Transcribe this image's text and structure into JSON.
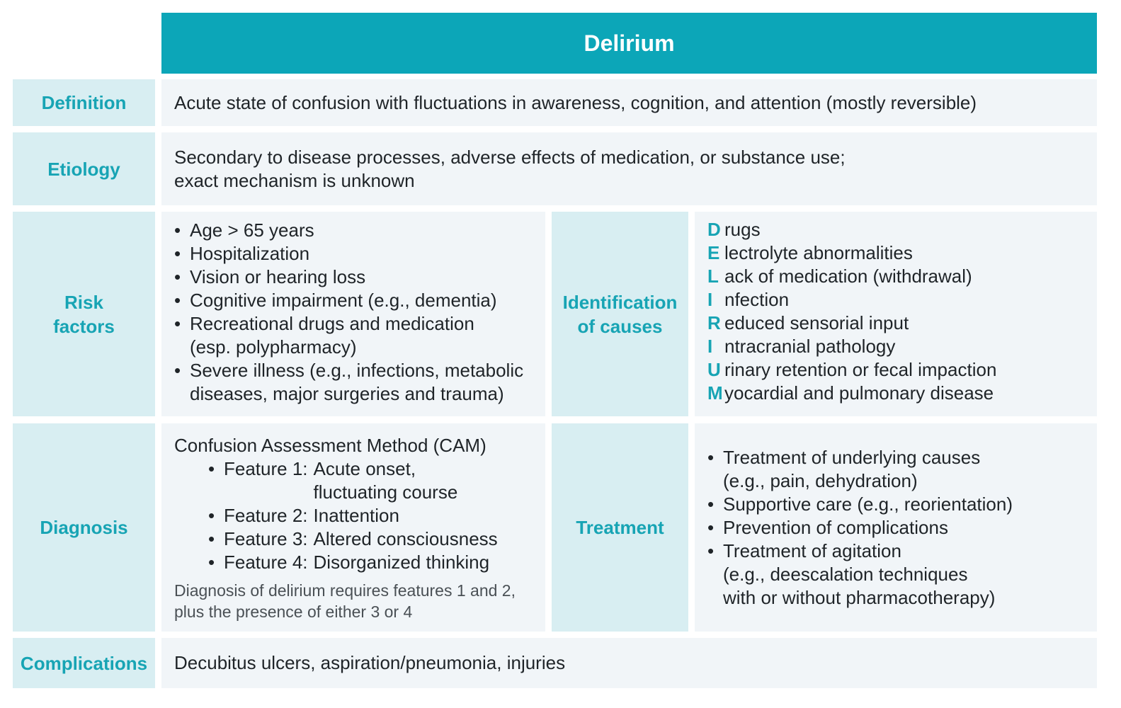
{
  "title": "Delirium",
  "definition": {
    "label": "Definition",
    "text": "Acute state of confusion with fluctuations in awareness, cognition, and attention (mostly reversible)"
  },
  "etiology": {
    "label": "Etiology",
    "lines": [
      "Secondary to disease processes, adverse effects of medication, or substance use;",
      "exact mechanism is unknown"
    ]
  },
  "risk_factors": {
    "label_lines": [
      "Risk",
      "factors"
    ],
    "items": [
      [
        "Age > 65 years"
      ],
      [
        "Hospitalization"
      ],
      [
        "Vision or hearing loss"
      ],
      [
        "Cognitive impairment (e.g., dementia)"
      ],
      [
        "Recreational drugs and medication",
        "(esp. polypharmacy)"
      ],
      [
        "Severe illness (e.g., infections, metabolic",
        "diseases, major surgeries and trauma)"
      ]
    ]
  },
  "identification": {
    "label_lines": [
      "Identification",
      "of causes"
    ],
    "mnemonic": [
      {
        "letter": "D",
        "rest": "rugs"
      },
      {
        "letter": "E",
        "rest": "lectrolyte abnormalities"
      },
      {
        "letter": "L",
        "rest": "ack of medication (withdrawal)"
      },
      {
        "letter": "I",
        "rest": "nfection"
      },
      {
        "letter": "R",
        "rest": "educed sensorial input"
      },
      {
        "letter": "I",
        "rest": "ntracranial pathology"
      },
      {
        "letter": "U",
        "rest": "rinary retention or fecal impaction"
      },
      {
        "letter": "M",
        "rest": "yocardial and pulmonary disease"
      }
    ]
  },
  "diagnosis": {
    "label": "Diagnosis",
    "heading": "Confusion Assessment Method (CAM)",
    "features": [
      {
        "name": "Feature 1:",
        "lines": [
          "Acute onset,",
          "fluctuating course"
        ]
      },
      {
        "name": "Feature 2:",
        "lines": [
          "Inattention"
        ]
      },
      {
        "name": "Feature 3:",
        "lines": [
          "Altered consciousness"
        ]
      },
      {
        "name": "Feature 4:",
        "lines": [
          "Disorganized thinking"
        ]
      }
    ],
    "note_lines": [
      "Diagnosis of delirium requires features 1 and 2,",
      "plus the presence of either 3 or 4"
    ]
  },
  "treatment": {
    "label": "Treatment",
    "items": [
      [
        "Treatment of underlying causes",
        "(e.g., pain, dehydration)"
      ],
      [
        "Supportive care (e.g., reorientation)"
      ],
      [
        "Prevention of complications"
      ],
      [
        "Treatment of agitation",
        "(e.g., deescalation techniques",
        "with or without pharmacotherapy)"
      ]
    ]
  },
  "complications": {
    "label": "Complications",
    "text": "Decubitus ulcers, aspiration/pneumonia, injuries"
  },
  "colors": {
    "header_bg": "#0ca6b8",
    "label_bg": "#d8eef2",
    "label_text": "#17a4b4",
    "content_bg": "#f1f5f8"
  }
}
